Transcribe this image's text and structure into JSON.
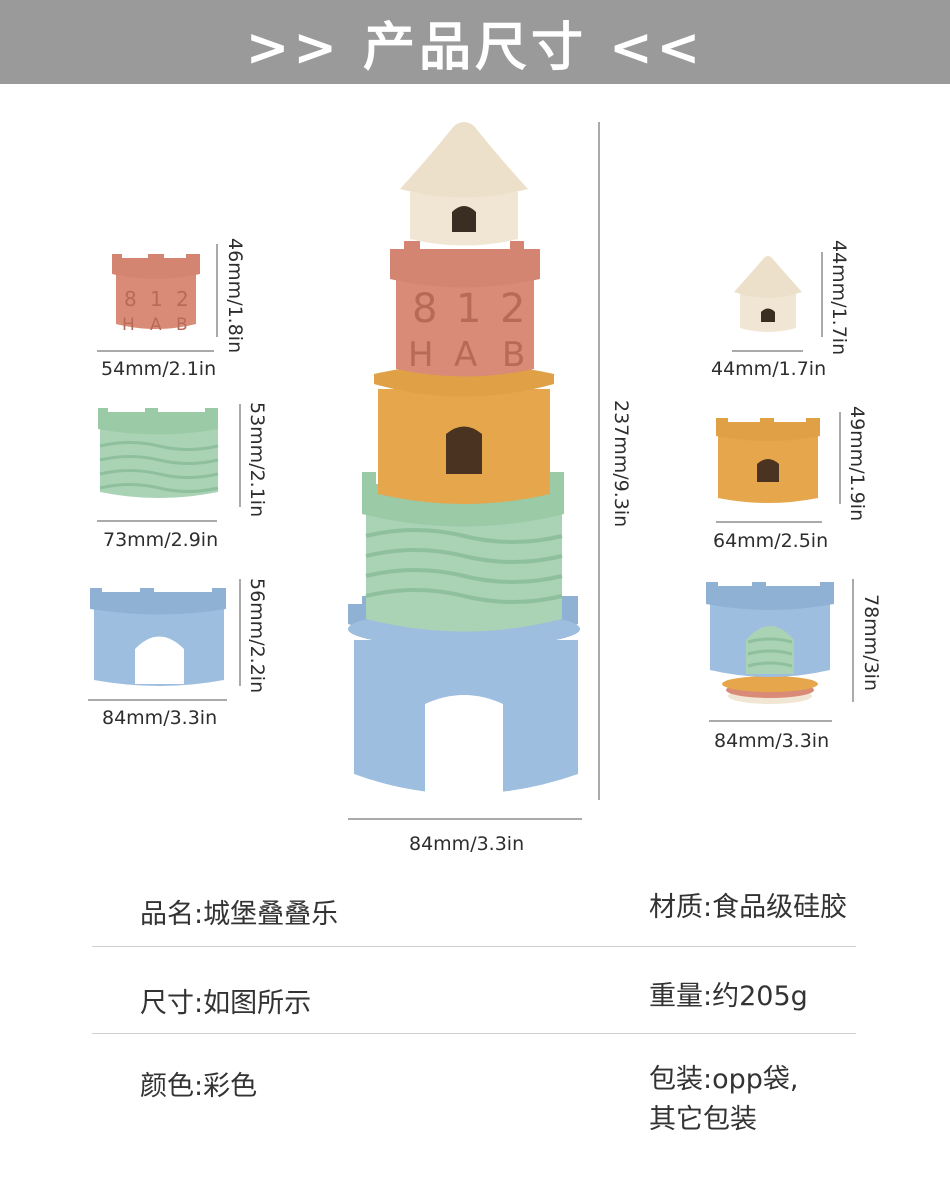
{
  "banner": {
    "title": ">> 产品尺寸 <<"
  },
  "dimensions": {
    "pink_width": "54mm/2.1in",
    "pink_height": "46mm/1.8in",
    "green_width": "73mm/2.9in",
    "green_height": "53mm/2.1in",
    "blue_width": "84mm/3.3in",
    "blue_height": "56mm/2.2in",
    "tower_width": "84mm/3.3in",
    "tower_height": "237mm/9.3in",
    "roof_width": "44mm/1.7in",
    "roof_height": "44mm/1.7in",
    "orange_width": "64mm/2.5in",
    "orange_height": "49mm/1.9in",
    "nested_width": "84mm/3.3in",
    "nested_height": "78mm/3in"
  },
  "pink_block_letters": {
    "top": [
      "8",
      "1",
      "2"
    ],
    "bottom": [
      "H",
      "A",
      "B"
    ]
  },
  "specs": {
    "name": "品名:城堡叠叠乐",
    "material": "材质:食品级硅胶",
    "size": "尺寸:如图所示",
    "weight": "重量:约205g",
    "color": "颜色:彩色",
    "packaging_line1": "包装:opp袋,",
    "packaging_line2": "其它包装"
  },
  "colors": {
    "banner": "#9a9a9a",
    "pink": "#d98b78",
    "green": "#a9d3b4",
    "blue": "#9dbedf",
    "orange": "#e5a64c",
    "cream": "#f1e6d4"
  }
}
